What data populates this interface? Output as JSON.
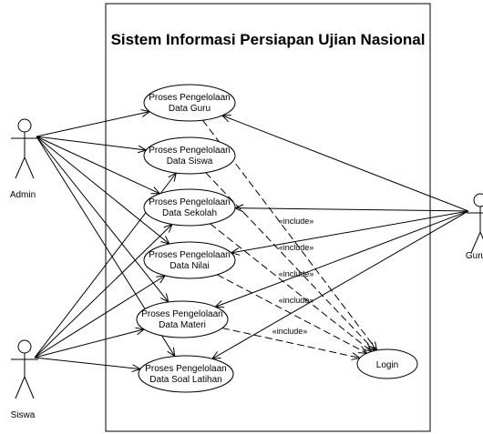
{
  "diagram": {
    "system_title": "Sistem Informasi Persiapan Ujian Nasional",
    "actors": [
      {
        "id": "admin",
        "label": "Admin"
      },
      {
        "id": "siswa",
        "label": "Siswa"
      },
      {
        "id": "guru",
        "label": "Guru"
      }
    ],
    "use_cases": [
      {
        "id": "uc1",
        "line1": "Proses Pengelolaan",
        "line2": "Data Guru"
      },
      {
        "id": "uc2",
        "line1": "Proses Pengelolaan",
        "line2": "Data Siswa"
      },
      {
        "id": "uc3",
        "line1": "Proses Pengelolaan",
        "line2": "Data Sekolah"
      },
      {
        "id": "uc4",
        "line1": "Proses Pengelolaan",
        "line2": "Data Nilai"
      },
      {
        "id": "uc5",
        "line1": "Proses Pengelolaan",
        "line2": "Data Materi"
      },
      {
        "id": "uc6",
        "line1": "Proses Pengelolaan",
        "line2": "Data Soal Latihan"
      },
      {
        "id": "login",
        "line1": "Login",
        "line2": ""
      }
    ],
    "include_label": "«include»",
    "associations": [
      [
        "admin",
        "uc1"
      ],
      [
        "admin",
        "uc2"
      ],
      [
        "admin",
        "uc3"
      ],
      [
        "admin",
        "uc4"
      ],
      [
        "admin",
        "uc5"
      ],
      [
        "admin",
        "uc6"
      ],
      [
        "siswa",
        "uc2"
      ],
      [
        "siswa",
        "uc3"
      ],
      [
        "siswa",
        "uc4"
      ],
      [
        "siswa",
        "uc5"
      ],
      [
        "siswa",
        "uc6"
      ],
      [
        "guru",
        "uc1"
      ],
      [
        "guru",
        "uc3"
      ],
      [
        "guru",
        "uc4"
      ],
      [
        "guru",
        "uc5"
      ],
      [
        "guru",
        "uc6"
      ]
    ],
    "includes": [
      "uc1",
      "uc2",
      "uc3",
      "uc4",
      "uc5"
    ]
  }
}
